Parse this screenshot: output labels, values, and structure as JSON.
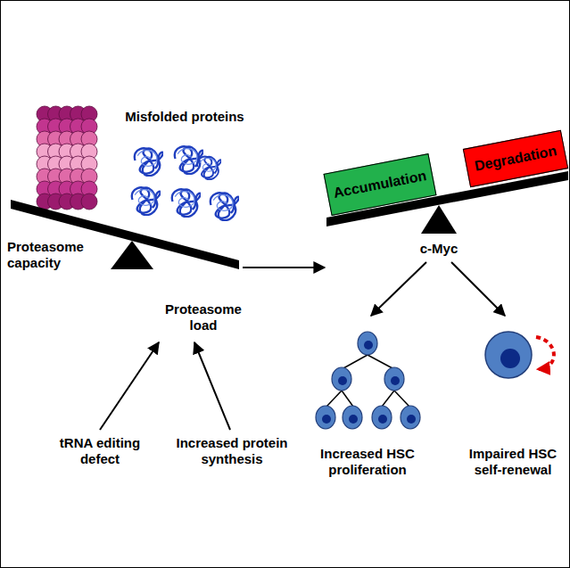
{
  "diagram": {
    "nodes": [
      {
        "text": [
          "Accumulation"
        ]
      },
      {
        "text": [
          "Degradation"
        ]
      }
    ],
    "labels": [
      "Misfolded proteins",
      "Proteasome capacity",
      "Proteasome load",
      "tRNA editing defect",
      "Increased protein synthesis",
      "c-Myc",
      "Increased HSC proliferation",
      "Impaired HSC self-renewal"
    ]
  }
}
